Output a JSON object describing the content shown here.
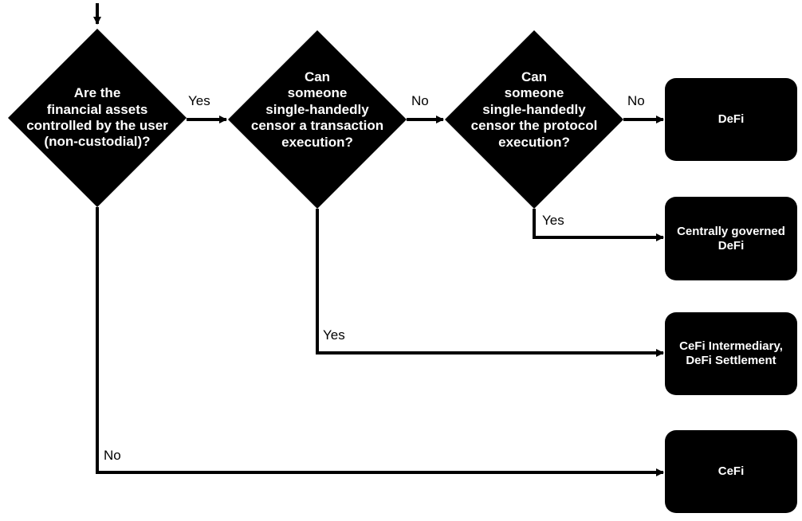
{
  "colors": {
    "node_fill": "#000000",
    "node_text": "#ffffff",
    "line": "#000000",
    "background": "#ffffff"
  },
  "decisions": {
    "d1": {
      "lines": [
        "Are the",
        "financial assets",
        "controlled by the user",
        "(non-custodial)?"
      ]
    },
    "d2": {
      "lines": [
        "Can",
        "someone",
        "single-handedly",
        "censor a transaction",
        "execution?"
      ]
    },
    "d3": {
      "lines": [
        "Can",
        "someone",
        "single-handedly",
        "censor the protocol",
        "execution?"
      ]
    }
  },
  "outcomes": {
    "defi": {
      "lines": [
        "DeFi"
      ]
    },
    "centrally_governed": {
      "lines": [
        "Centrally governed",
        "DeFi"
      ]
    },
    "cefi_intermediary": {
      "lines": [
        "CeFi Intermediary,",
        "DeFi Settlement"
      ]
    },
    "cefi": {
      "lines": [
        "CeFi"
      ]
    }
  },
  "edges": {
    "d1_yes": "Yes",
    "d2_no": "No",
    "d3_no": "No",
    "d3_yes": "Yes",
    "d2_yes": "Yes",
    "d1_no": "No"
  }
}
